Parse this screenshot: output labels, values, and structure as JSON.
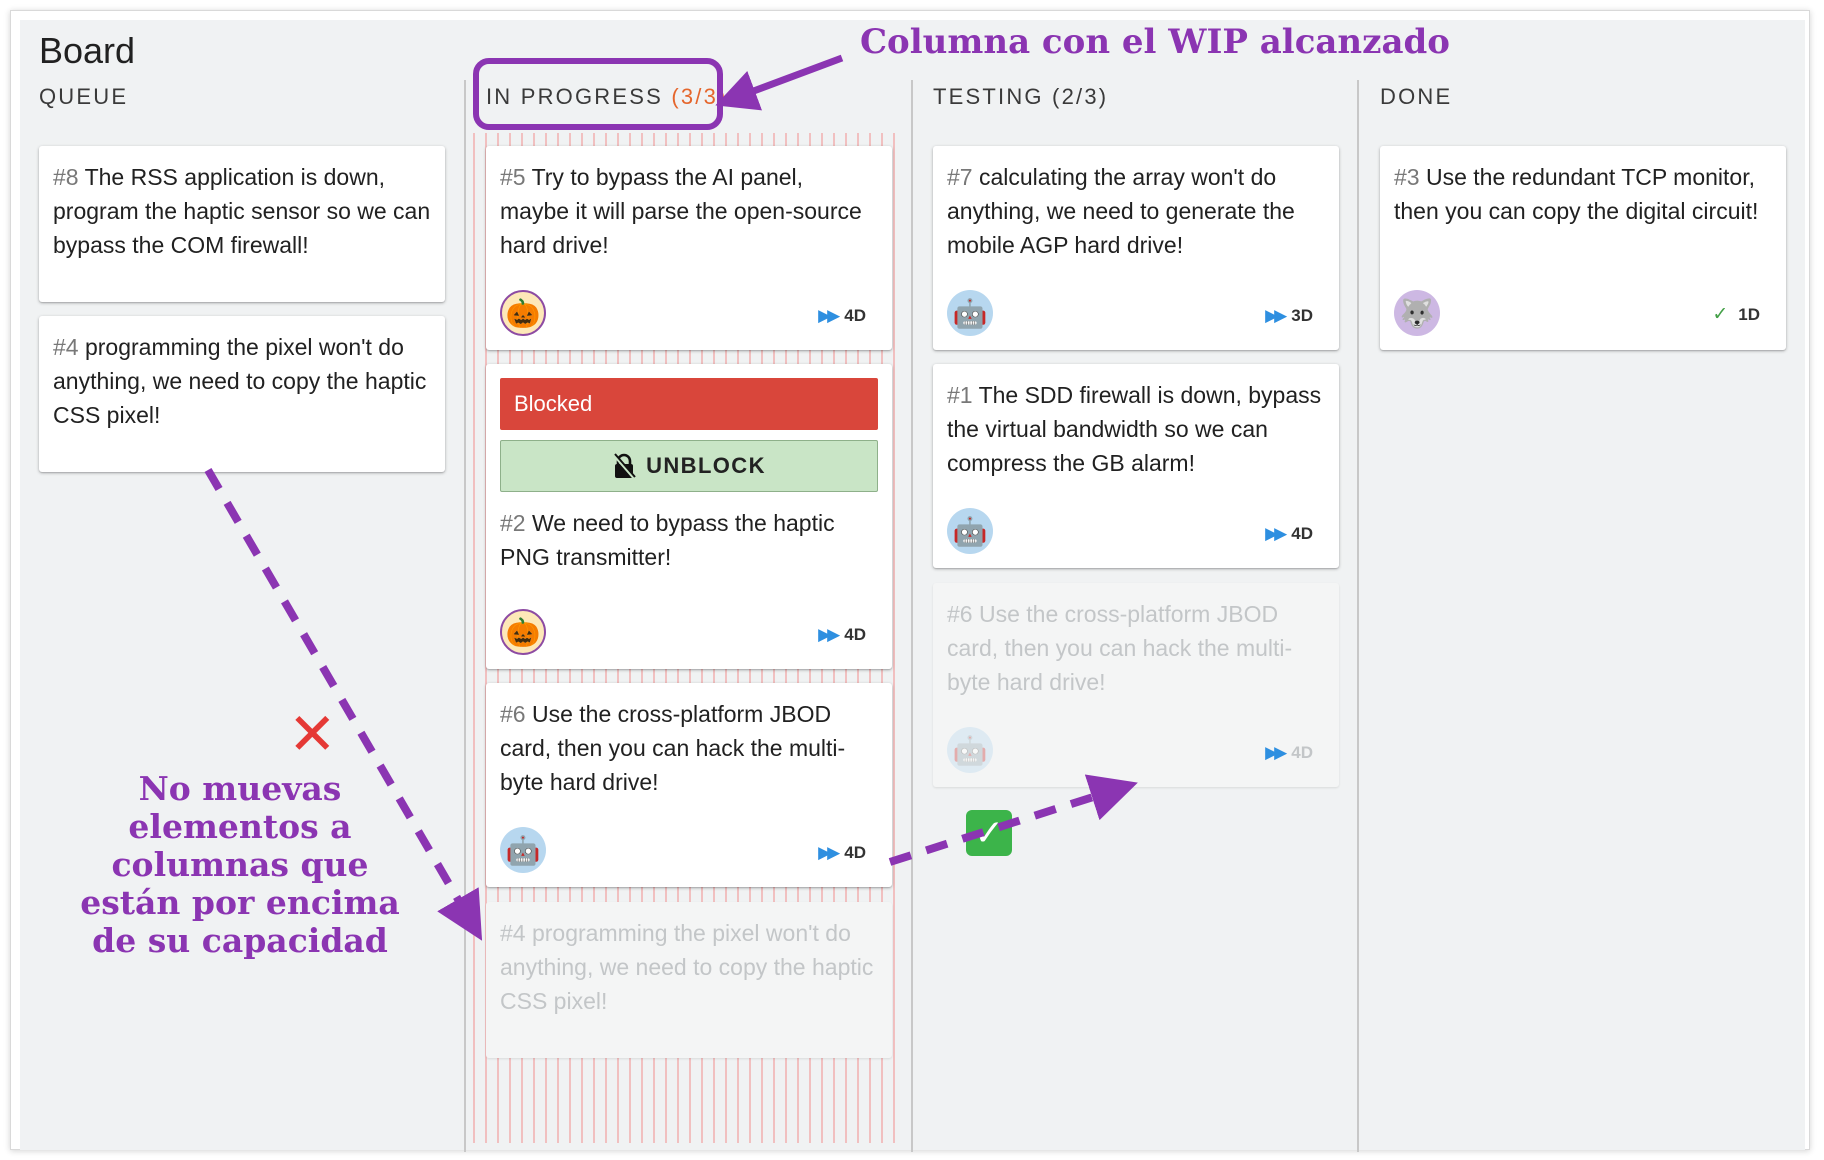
{
  "board": {
    "title": "Board"
  },
  "columns": [
    {
      "title": "QUEUE",
      "wip": ""
    },
    {
      "title": "IN PROGRESS",
      "wip": "(3/3)"
    },
    {
      "title": "TESTING (2/3)",
      "wip": ""
    },
    {
      "title": "DONE",
      "wip": ""
    }
  ],
  "cards": {
    "c8": {
      "num": "#8",
      "text": " The RSS application is down, program the haptic sensor so we can bypass the COM firewall!"
    },
    "c4": {
      "num": "#4",
      "text": " programming the pixel won't do anything, we need to copy the haptic CSS pixel!"
    },
    "c5": {
      "num": "#5",
      "text": " Try to bypass the AI panel, maybe it will parse the open-source hard drive!",
      "meta": "4D",
      "avatar": "pumpkin"
    },
    "c2": {
      "num": "#2",
      "text": " We need to bypass the haptic PNG transmitter!",
      "meta": "4D",
      "avatar": "pumpkin",
      "blocked_label": "Blocked",
      "unblock_label": "UNBLOCK"
    },
    "c6": {
      "num": "#6",
      "text": " Use the cross-platform JBOD card, then you can hack the multi-byte hard drive!",
      "meta": "4D",
      "avatar": "robot"
    },
    "c4_ghost": {
      "num": "#4",
      "text": " programming the pixel won't do anything, we need to copy the haptic CSS pixel!"
    },
    "c7": {
      "num": "#7",
      "text": " calculating the array won't do anything, we need to generate the mobile AGP hard drive!",
      "meta": "3D",
      "avatar": "robot"
    },
    "c1": {
      "num": "#1",
      "text": " The SDD firewall is down, bypass the virtual bandwidth so we can compress the GB alarm!",
      "meta": "4D",
      "avatar": "robot"
    },
    "c6_ghost": {
      "num": "#6",
      "text": " Use the cross-platform JBOD card, then you can hack the multi-byte hard drive!",
      "meta": "4D",
      "avatar": "robot"
    },
    "c3": {
      "num": "#3",
      "text": " Use the redundant TCP monitor, then you can copy the digital circuit!",
      "meta": "1D",
      "avatar": "wolf"
    }
  },
  "annotations": {
    "wip_reached": "Columna con el WIP alcanzado",
    "do_not_move": "No muevas elementos a columnas que están por encima de su capacidad"
  },
  "colors": {
    "annotation": "#8b35b2",
    "wip_count": "#e5662c",
    "blocked": "#d9463b",
    "unblock": "#c9e5c6",
    "fast_forward": "#2e8fe0"
  },
  "icons": {
    "pumpkin_avatar": "🎃",
    "robot_avatar": "🤖",
    "wolf_avatar": "🐺",
    "fast_forward": "▶▶",
    "check": "✓",
    "lock": "lock-icon"
  }
}
